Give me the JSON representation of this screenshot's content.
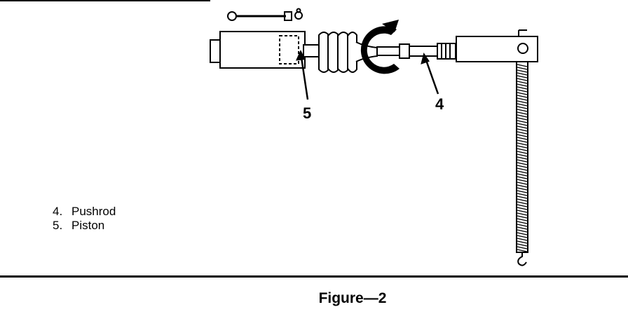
{
  "diagram": {
    "callouts": [
      {
        "id": "5",
        "text": "5"
      },
      {
        "id": "4",
        "text": "4"
      }
    ]
  },
  "legend": {
    "items": [
      {
        "number": "4.",
        "label": "Pushrod"
      },
      {
        "number": "5.",
        "label": "Piston"
      }
    ]
  },
  "caption": "Figure—2"
}
